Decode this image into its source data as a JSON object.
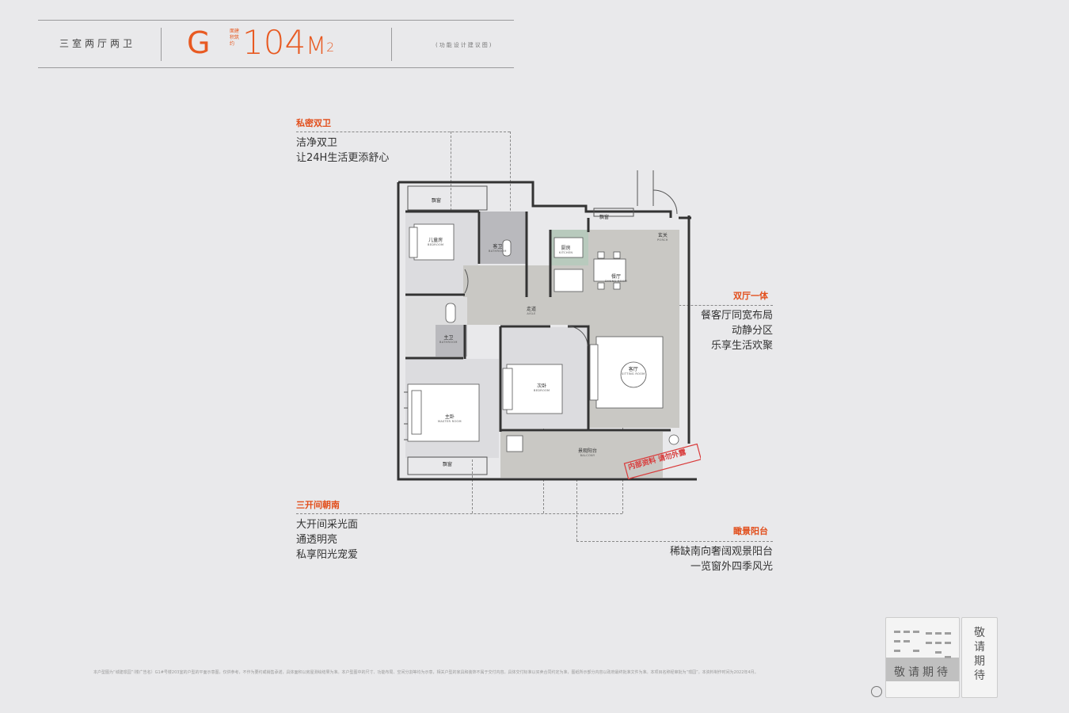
{
  "header": {
    "layout_type": "三室两厅两卫",
    "unit_letter": "G",
    "unit_desc_small": "面建积筑约",
    "area_number": "104",
    "area_unit": "M",
    "area_unit_sup": "2",
    "note": "(功能设计建议图)"
  },
  "callouts": {
    "bathroom": {
      "title": "私密双卫",
      "text": "洁净双卫\n让24H生活更添舒心"
    },
    "living": {
      "title": "双厅一体",
      "text": "餐客厅同宽布局\n动静分区\n乐享生活欢聚"
    },
    "south": {
      "title": "三开间朝南",
      "text": "大开间采光面\n通透明亮\n私享阳光宠爱"
    },
    "balcony": {
      "title": "瞰景阳台",
      "text": "稀缺南向奢阔观景阳台\n一览窗外四季风光"
    }
  },
  "plan_labels": {
    "bay_window_top": "飘窗",
    "bay_window_kitchen": "飘窗",
    "bay_window_bottom": "飘窗",
    "kids_room": "儿童房",
    "kids_room_en": "BEDROOM",
    "guest_bath": "客卫",
    "guest_bath_en": "BATHROOM",
    "kitchen": "厨房",
    "kitchen_en": "KITCHEN",
    "porch": "玄关",
    "porch_en": "PORCH",
    "dining": "餐厅",
    "dining_en": "DINING ROOM",
    "aisle": "走道",
    "aisle_en": "AISLE",
    "master_bath": "主卫",
    "master_bath_en": "BATHROOM",
    "second_bedroom": "次卧",
    "second_bedroom_en": "BEDROOM",
    "living_room": "客厅",
    "living_room_en": "SITTING ROOM",
    "master_room": "主卧",
    "master_room_en": "MASTER ROOM",
    "balcony": "景观阳台",
    "balcony_en": "BALCONY",
    "stamp": "内部资料 请勿外露"
  },
  "footnote": "本户型图为“城建璟园”（楼广告名）G1#号楼203室的户型的平面示意图，仅供参考，不作为要约或销售承诺，具体面积以房屋测绘结果为准。本户型图中的尺寸、功能布局、空间分割等均为示意，相关户型的家具和装饰不属于交付内容。具体交付标准以买卖合同约定为准，图纸所示部分内容以政府最终批准文件为准。本项目名称经审批为“璟园”。本资料制作时间为2022年4月。",
  "thumbnails": {
    "main_caption": "敬请期待",
    "side_label": "敬\n请\n期\n待"
  },
  "colors": {
    "accent": "#e85a22",
    "background": "#e9e9eb",
    "floor_gray": "#c9c8c4",
    "kitchen_green": "#b8cabd"
  }
}
